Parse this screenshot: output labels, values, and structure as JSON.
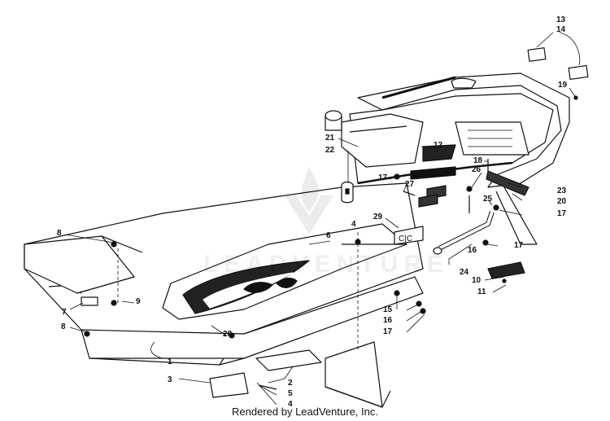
{
  "callouts": [
    {
      "id": "c13",
      "text": "13"
    },
    {
      "id": "c14",
      "text": "14"
    },
    {
      "id": "c19",
      "text": "19"
    },
    {
      "id": "c12",
      "text": "12"
    },
    {
      "id": "c21",
      "text": "21"
    },
    {
      "id": "c22",
      "text": "22"
    },
    {
      "id": "c18",
      "text": "18"
    },
    {
      "id": "c26",
      "text": "26"
    },
    {
      "id": "c17a",
      "text": "17"
    },
    {
      "id": "c27",
      "text": "27"
    },
    {
      "id": "c23",
      "text": "23"
    },
    {
      "id": "c20",
      "text": "20"
    },
    {
      "id": "c25",
      "text": "25"
    },
    {
      "id": "c17b",
      "text": "17"
    },
    {
      "id": "c29",
      "text": "29"
    },
    {
      "id": "c4a",
      "text": "4"
    },
    {
      "id": "c6",
      "text": "6"
    },
    {
      "id": "c16a",
      "text": "16"
    },
    {
      "id": "c17c",
      "text": "17"
    },
    {
      "id": "c8a",
      "text": "8"
    },
    {
      "id": "c24",
      "text": "24"
    },
    {
      "id": "c10",
      "text": "10"
    },
    {
      "id": "c11",
      "text": "11"
    },
    {
      "id": "c7",
      "text": "7"
    },
    {
      "id": "c9",
      "text": "9"
    },
    {
      "id": "c8b",
      "text": "8"
    },
    {
      "id": "c15",
      "text": "15"
    },
    {
      "id": "c16b",
      "text": "16"
    },
    {
      "id": "c17d",
      "text": "17"
    },
    {
      "id": "c28",
      "text": "28"
    },
    {
      "id": "c1",
      "text": "1"
    },
    {
      "id": "c3",
      "text": "3"
    },
    {
      "id": "c2",
      "text": "2"
    },
    {
      "id": "c5",
      "text": "5"
    },
    {
      "id": "c4b",
      "text": "4"
    }
  ],
  "footer": "Rendered by LeadVenture, Inc.",
  "watermark": "LEADVENTURE"
}
